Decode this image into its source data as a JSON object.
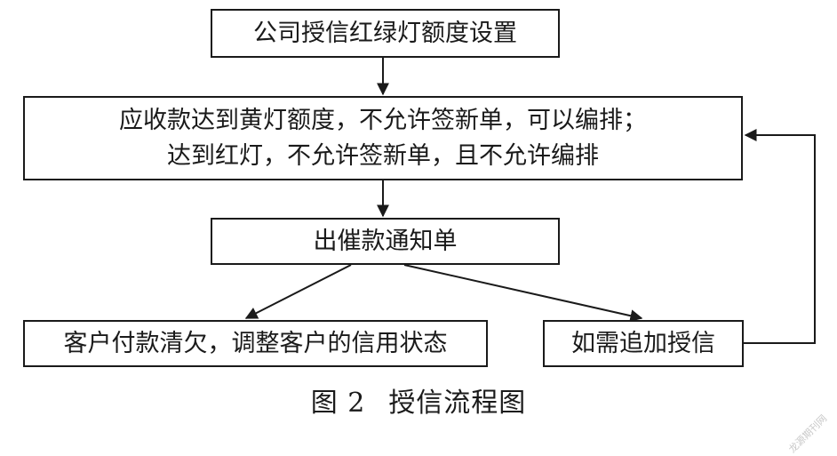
{
  "diagram": {
    "nodes": {
      "setup": "公司授信红绿灯额度设置",
      "rules_line1": "应收款达到黄灯额度，不允许签新单，可以编排；",
      "rules_line2": "达到红灯，不允许签新单，且不允许编排",
      "notice": "出催款通知单",
      "pay": "客户付款清欠，调整客户的信用状态",
      "extra": "如需追加授信"
    },
    "edges": [
      {
        "from": "setup",
        "to": "rules"
      },
      {
        "from": "rules",
        "to": "notice"
      },
      {
        "from": "notice",
        "to": "pay"
      },
      {
        "from": "notice",
        "to": "extra"
      },
      {
        "from": "extra",
        "to": "rules"
      }
    ]
  },
  "caption": {
    "number": "图 2",
    "title": "授信流程图"
  },
  "watermark": "龙源期刊网",
  "colors": {
    "line": "#1a1a1a",
    "background": "#ffffff"
  }
}
